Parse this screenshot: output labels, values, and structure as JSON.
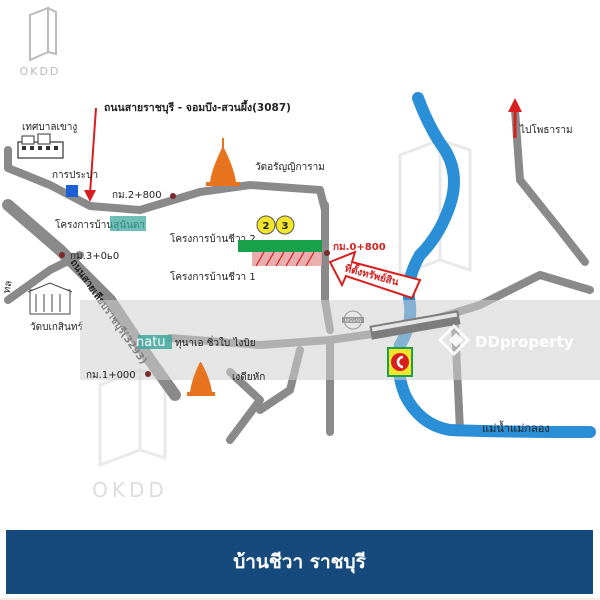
{
  "watermarks": {
    "okdd_top": "OKDD",
    "okdd_bottom": "OKDD",
    "ddproperty": "DDproperty"
  },
  "map": {
    "road_header": "ถนนสายราชบุรี - จอมบึง-สวนผึ้ง(3087)",
    "to_photharam": "ไปโพธาราม",
    "municipality": "เทศบาลเขางู",
    "waterworks": "การประปา",
    "temple_1": "วัดอรัญญิการาม",
    "km_2800": "กม.2+800",
    "project_suanta": "โครงการบ้านสุนันตา",
    "project_chewa_2": "โครงการบ้านชีวา 2",
    "project_chewa_1": "โครงการบ้านชีวา 1",
    "km_0800": "กม.0+800",
    "property_location": "ที่ตั้งทรัพย์สิน",
    "km_3000": "กม.3+0ь0",
    "left_edge": "ทล",
    "road_side": "ถนนสายเลียบราชบุรี(3293)",
    "school": "วัดบเกสินทร์",
    "nissan": "NISSAN",
    "mid_label": "ทุนาเอ ชิ่วใบ ไงบิย",
    "km_1000": "กม.1+000",
    "temple_2": "เงดียหัก",
    "river": "แม่น้ำแม่กลอง",
    "badge_2": "2",
    "badge_3": "3",
    "natu": "natu"
  },
  "colors": {
    "road": "#8a8a8a",
    "river": "#2a8fd6",
    "banner": "#174a7c",
    "project_green": "#19a04a",
    "teal": "#3fa9a0",
    "temple": "#e8731e",
    "marker_red": "#d81e1e",
    "badge_yellow": "#f2e52a"
  },
  "banner": {
    "title": "บ้านชีวา ราชบุรี"
  }
}
